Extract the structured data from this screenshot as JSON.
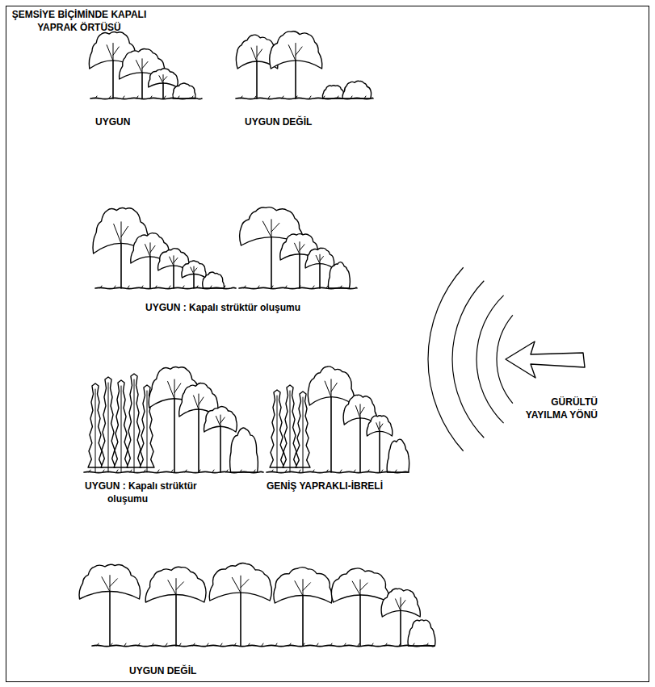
{
  "diagram": {
    "title": "ŞEMSİYE BİÇİMİNDE KAPALI YAPRAK ÖRTÜSÜ",
    "labels": [
      "UYGUN",
      "UYGUN DEĞİL",
      "UYGUN : Kapalı strüktür oluşumu",
      "UYGUN : Kapalı strüktür oluşumu",
      "GENİŞ YAPRAKLI-İBRELİ",
      "GÜRÜLTÜ YAYILMA YÖNÜ",
      "UYGUN DEĞİL"
    ]
  }
}
